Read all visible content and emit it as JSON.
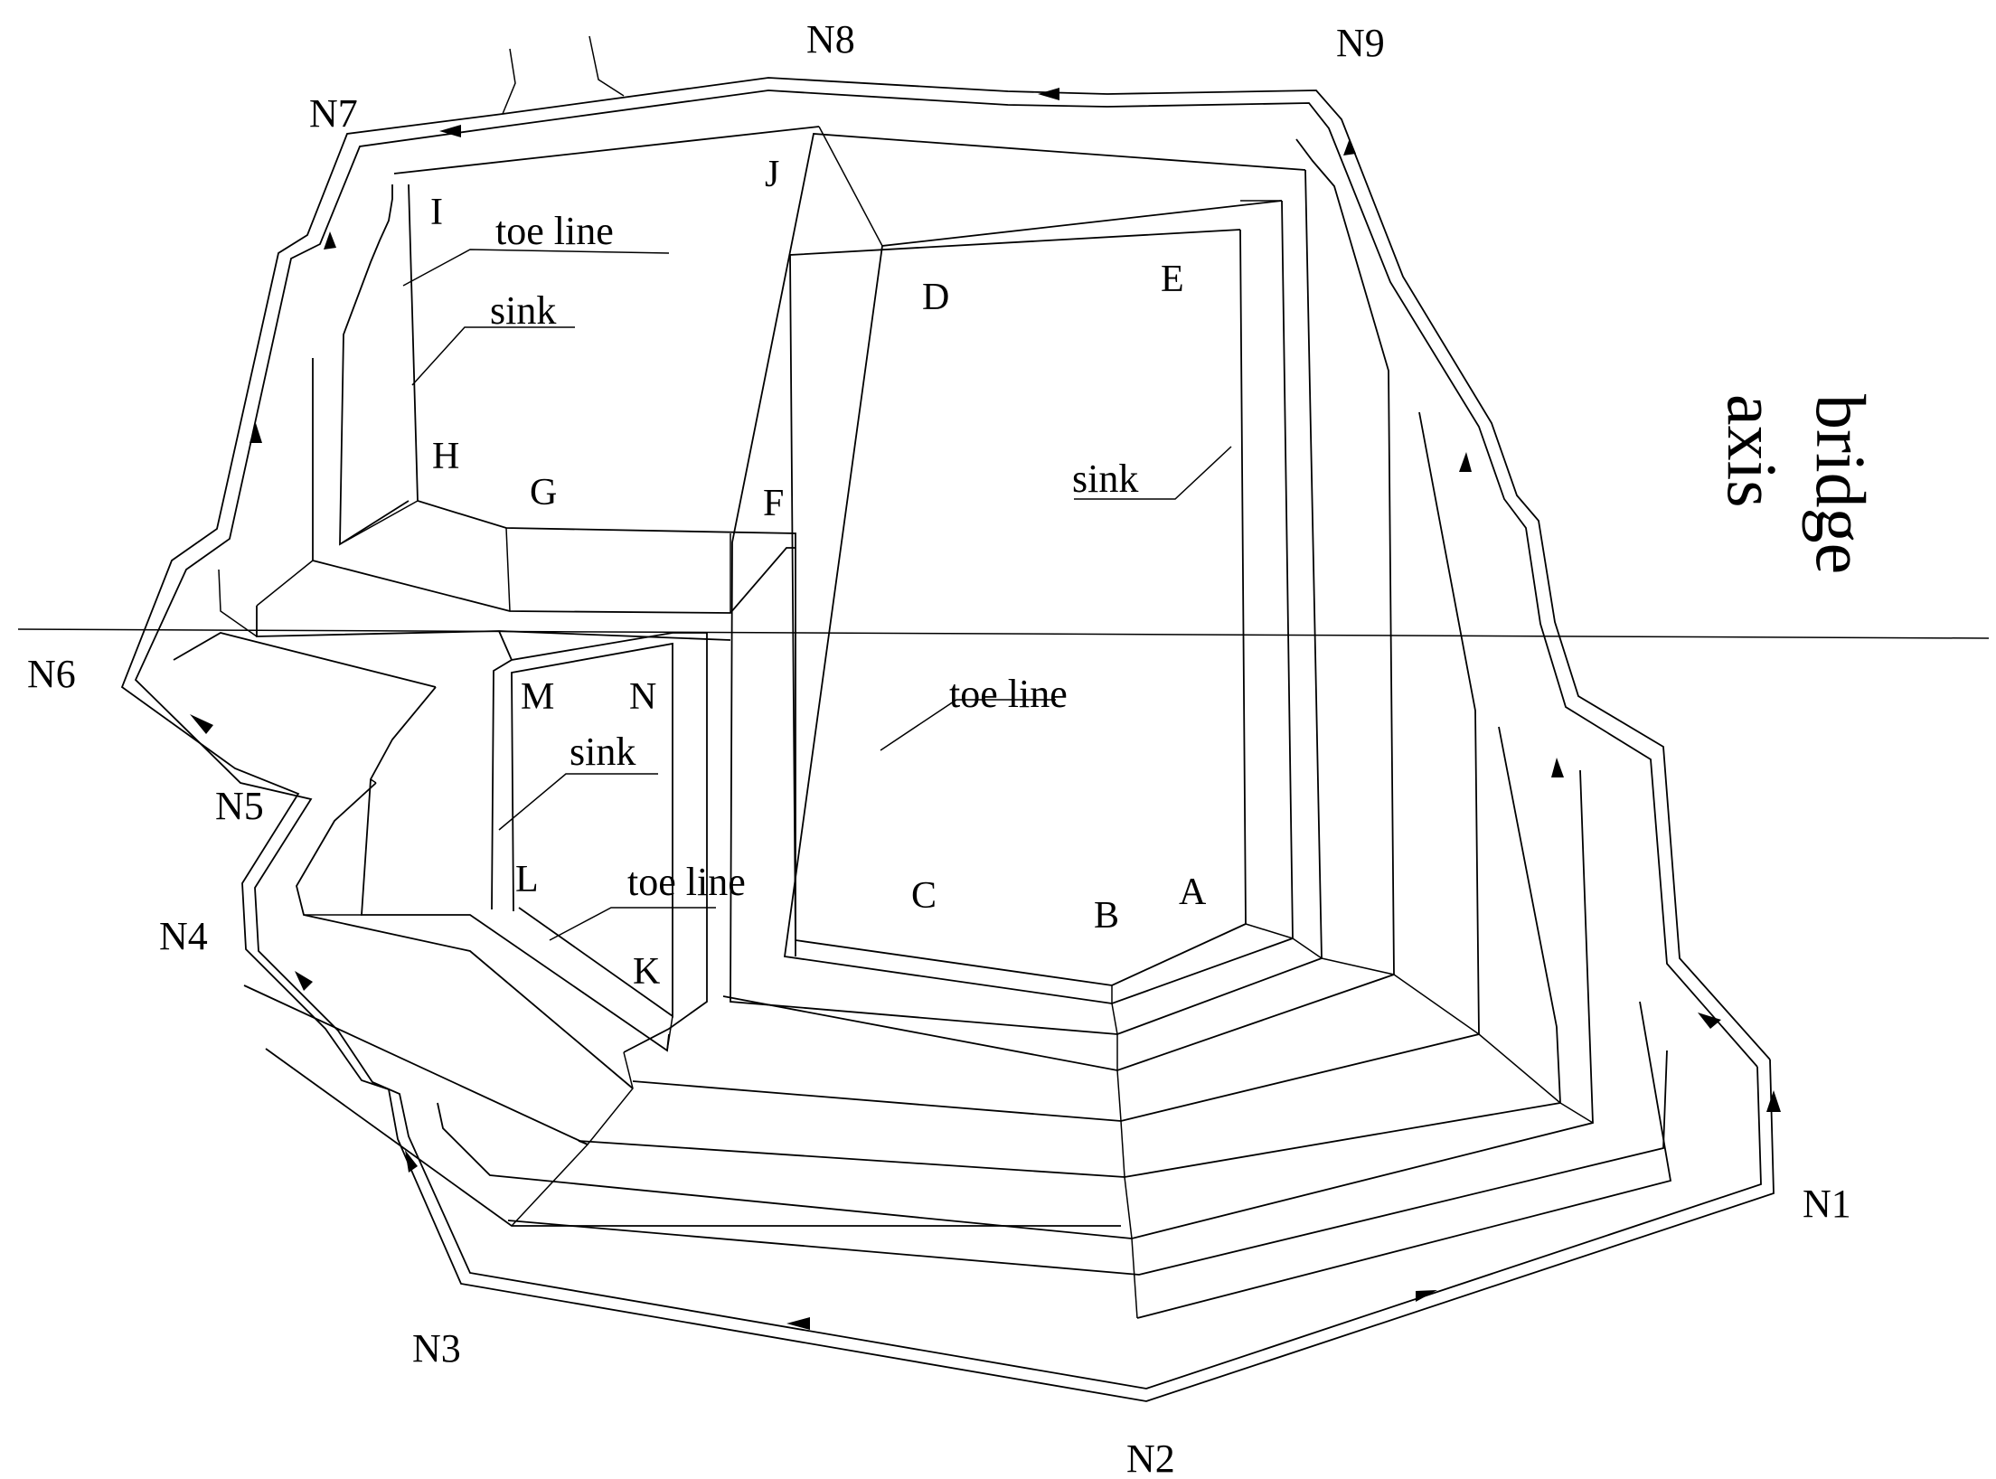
{
  "outer_nodes": [
    "N1",
    "N2",
    "N3",
    "N4",
    "N5",
    "N6",
    "N7",
    "N8",
    "N9"
  ],
  "corner_points": [
    "A",
    "B",
    "C",
    "D",
    "E",
    "F",
    "G",
    "H",
    "I",
    "J",
    "K",
    "L",
    "M",
    "N"
  ],
  "annotations": {
    "toe_line": "toe line",
    "sink": "sink"
  },
  "axis_label": {
    "line1": "bridge",
    "line2": "axis"
  },
  "colors": {
    "line": "#000000",
    "background": "#ffffff"
  }
}
